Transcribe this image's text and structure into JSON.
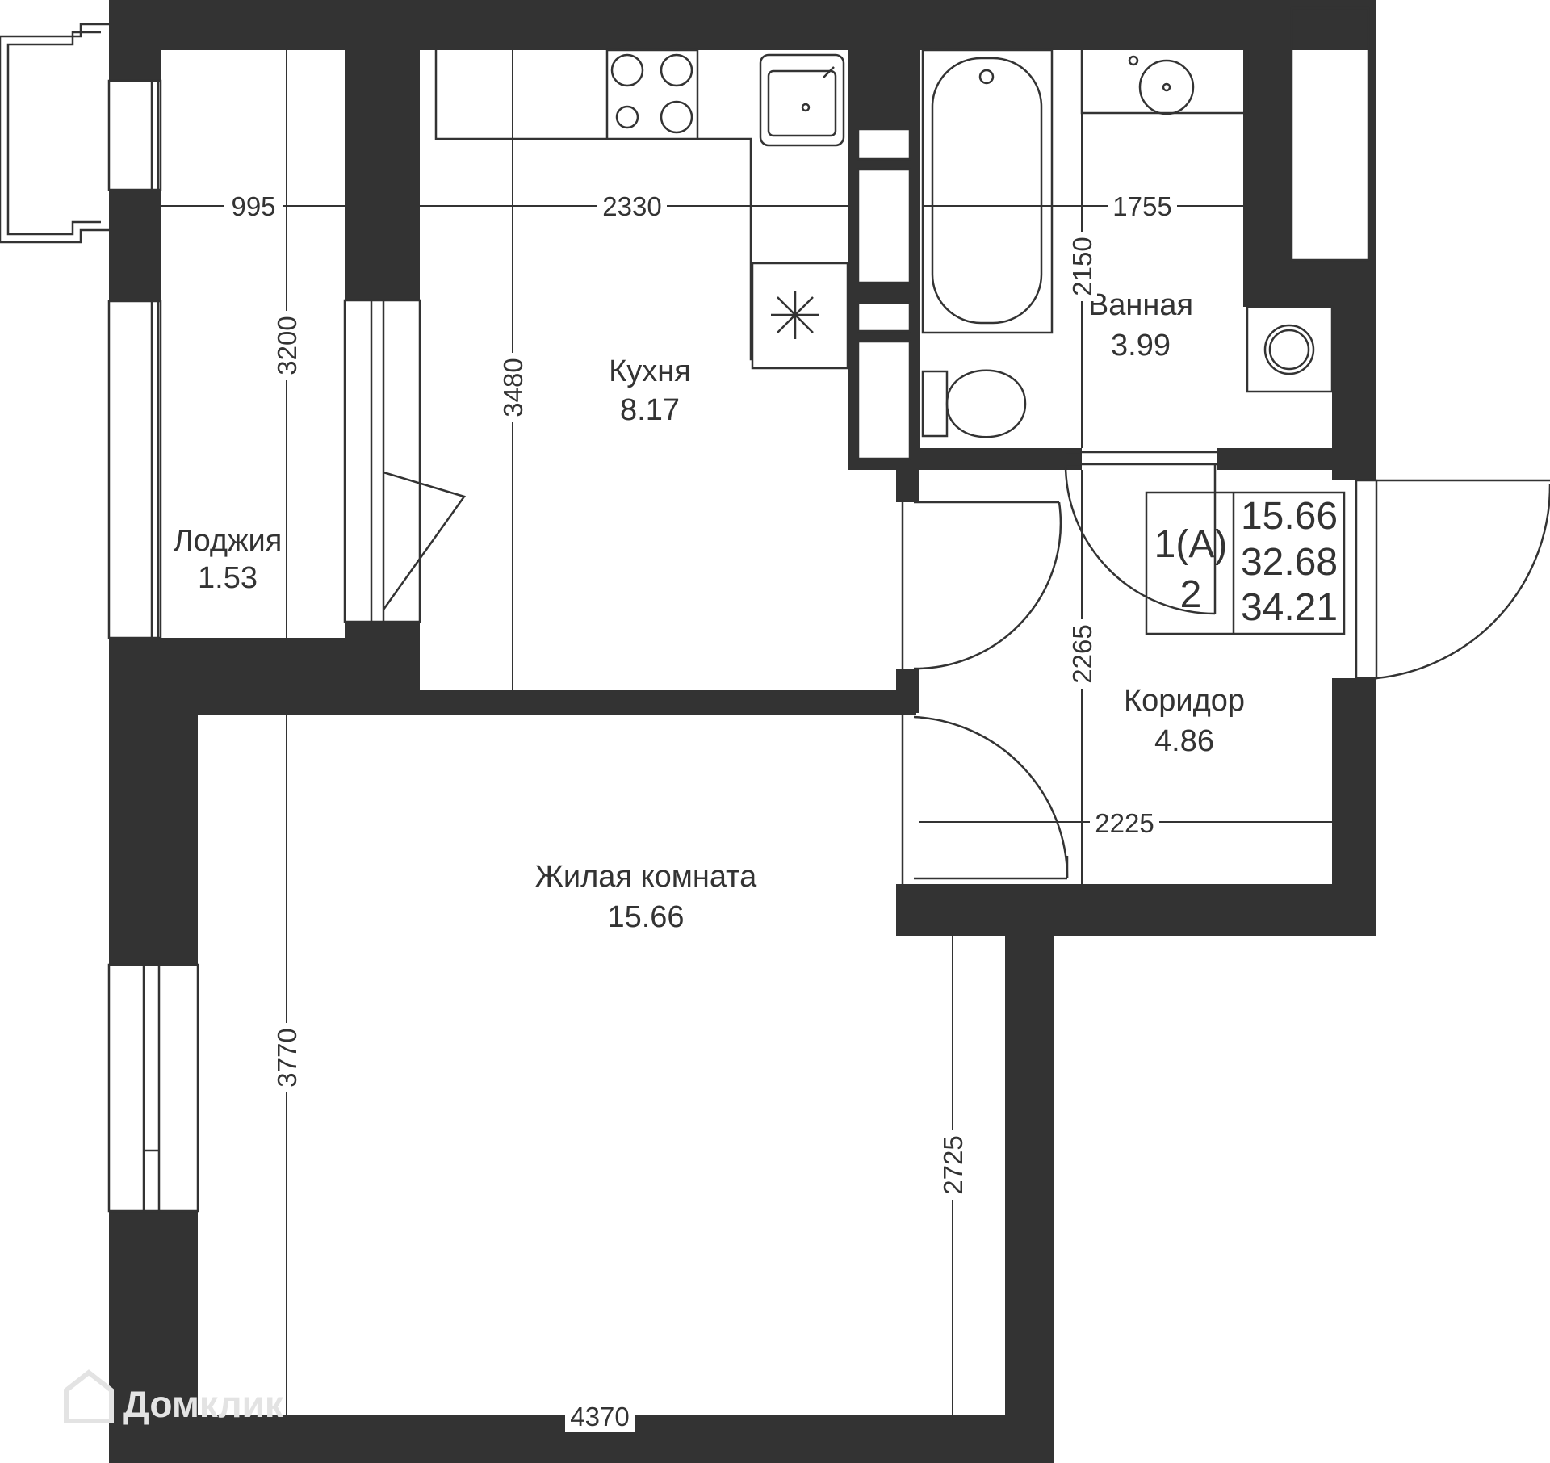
{
  "rooms": {
    "loggia": {
      "name": "Лоджия",
      "area": "1.53"
    },
    "kitchen": {
      "name": "Кухня",
      "area": "8.17"
    },
    "bathroom": {
      "name": "Ванная",
      "area": "3.99"
    },
    "corridor": {
      "name": "Коридор",
      "area": "4.86"
    },
    "living": {
      "name": "Жилая комната",
      "area": "15.66"
    }
  },
  "dimensions": {
    "loggia_width": "995",
    "loggia_length": "3200",
    "kitchen_width": "2330",
    "kitchen_length": "3480",
    "bathroom_width": "1755",
    "bathroom_length": "2150",
    "corridor_length": "2265",
    "corridor_width": "2225",
    "living_width": "4370",
    "living_length": "3770",
    "living_partial_length": "2725"
  },
  "info_box": {
    "apartment_type": "1(А)",
    "floor": "2",
    "living_area": "15.66",
    "total_area": "32.68",
    "total_area_with_loggia": "34.21"
  },
  "watermark": "Домклик",
  "colors": {
    "wall": "#333333",
    "background": "#ffffff",
    "watermark": "#e3e3e3"
  }
}
